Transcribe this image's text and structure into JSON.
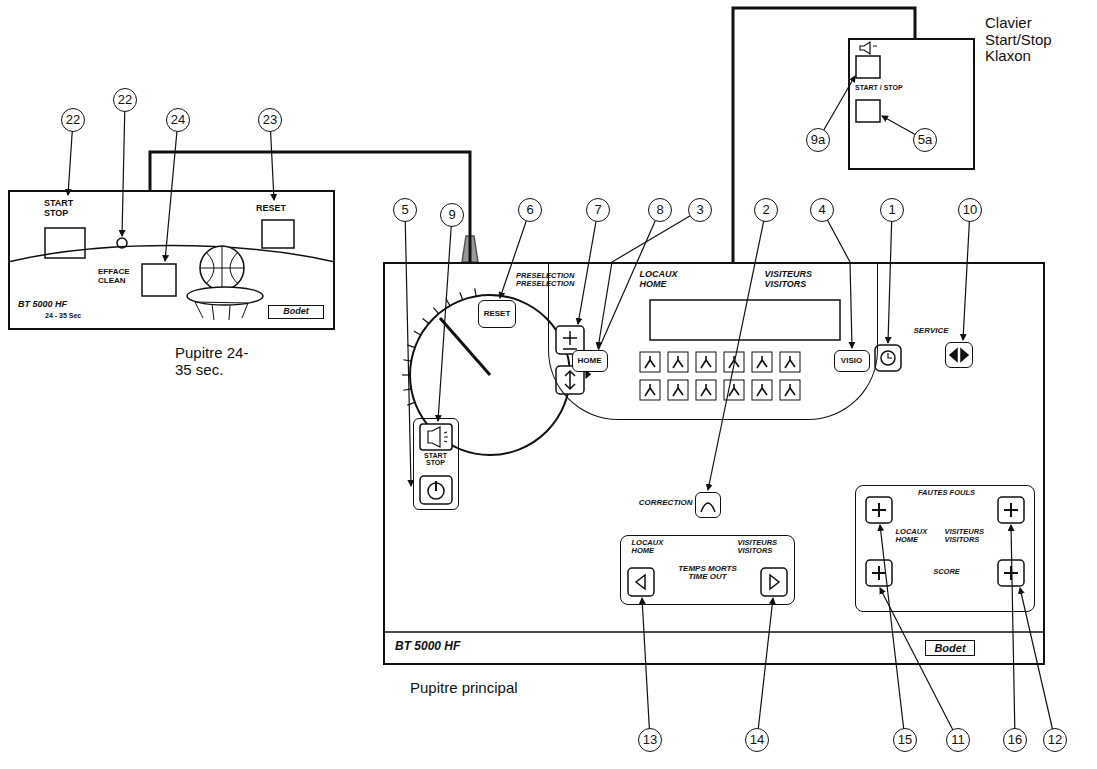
{
  "diagram": {
    "nodes": [
      {
        "text": [
          "Pupitre 24-35 sec.",
          "START STOP",
          "RESET",
          "EFFACE CLEAN",
          "BT 5000 HF",
          "24 - 35 Sec",
          "Bodet"
        ]
      },
      {
        "text": [
          "Pupitre principal",
          "PRESELECTION PRESELECTION",
          "BT 5000 HF",
          "Bodet"
        ]
      },
      {
        "text": [
          "LOCAUX HOME",
          "VISITEURS VISITORS"
        ],
        "in": 1
      },
      {
        "text": [
          "HOME"
        ],
        "in": 2
      },
      {
        "text": [
          "VISIO"
        ],
        "in": 2
      },
      {
        "text": [
          "RESET"
        ],
        "in": 1
      },
      {
        "text": [
          "START STOP"
        ],
        "in": 1
      },
      {
        "text": [
          "CORRECTION"
        ],
        "in": 1
      },
      {
        "text": [
          "SERVICE"
        ],
        "in": 1
      },
      {
        "text": [
          "LOCAUX HOME",
          "VISITEURS VISITORS",
          "TEMPS MORTS TIME OUT"
        ],
        "in": 1
      },
      {
        "text": [
          "FAUTES FOULS",
          "LOCAUX HOME",
          "VISITEURS VISITORS",
          "SCORE"
        ],
        "in": 1
      },
      {
        "text": [
          "Clavier Start/Stop Klaxon",
          "START / STOP"
        ]
      }
    ],
    "edges": [
      {
        "from": 0,
        "to": 1,
        "arrow": "none"
      },
      {
        "from": 11,
        "to": 1,
        "arrow": "none"
      }
    ],
    "labels": [
      "22",
      "22",
      "24",
      "23",
      "5",
      "9",
      "6",
      "7",
      "8",
      "3",
      "2",
      "4",
      "1",
      "10",
      "9a",
      "5a",
      "13",
      "14",
      "15",
      "11",
      "16",
      "12"
    ]
  }
}
